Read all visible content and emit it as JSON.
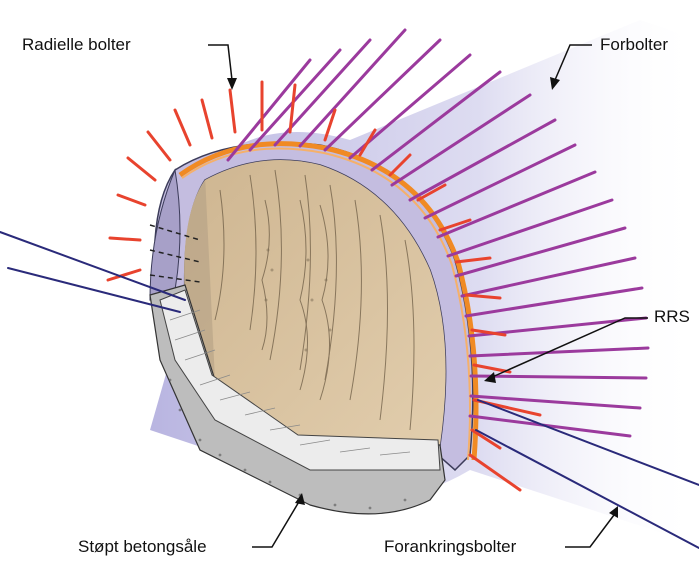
{
  "labels": {
    "radial": "Radielle bolter",
    "forbolter": "Forbolter",
    "rrs": "RRS",
    "stopt": "Støpt betongsåle",
    "forankring": "Forankringsbolter"
  },
  "colors": {
    "radial_bolt": "#e8432e",
    "forbolt": "#9b3a9d",
    "anchor_bolt": "#2a2a7a",
    "rrs": "#f08a24",
    "rock_face": "#d9c2a0",
    "lining": "#c9c3e0",
    "shadow": "#bfbbe3",
    "slab": "#e7e7e7"
  }
}
